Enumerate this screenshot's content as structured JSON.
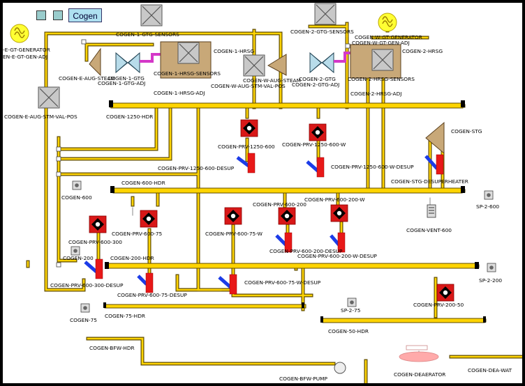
{
  "toolbar": {
    "cogen_label": "Cogen"
  },
  "labels": {
    "gt1_sensors": "COGEN-1-GTG-SENSORS",
    "gt2_sensors": "COGEN-2-GTG-SENSORS",
    "w_gen": "COGEN-W-GT-GENERATOR",
    "w_gen_adj": "COGEN-W-GT-GEN-ADJ",
    "e_gen": "-E-GT-GENERATOR",
    "e_gen_adj": "EN-E-GT-GEN-ADJ",
    "hrsg1": "COGEN-1-HRSG",
    "hrsg2": "COGEN-2-HRSG",
    "e_aug": "COGEN-E-AUG-STEAM",
    "gtg1": "COGEN-1-GTG",
    "gtg1_adj": "COGEN-1-GTG-ADJ",
    "hrsg1_sensors": "COGEN-1-HRSG-SENSORS",
    "w_aug": "COGEN-W-AUG-STEAM",
    "gtg2": "COGEN-2-GTG",
    "gtg2_adj": "COGEN-2-GTG-ADJ",
    "hrsg2_sensors": "COGEN-2-HRSG-SENSORS",
    "hrsg1_adj": "COGEN-1-HRSG-ADJ",
    "w_aug_pos": "COGEN-W-AUG-STM-VAL-POS",
    "hrsg2_adj": "COGEN-2-HRSG-ADJ",
    "e_aug_pos": "COGEN-E-AUG-STM-VAL-POS",
    "hdr1250": "COGEN-1250-HDR",
    "stg": "COGEN-STG",
    "prv1250_600": "COGEN-PRV-1250-600",
    "prv1250_600_w": "COGEN-PRV-1250-600-W",
    "prv1250_600_desup": "COGEN-PRV-1250-600-DESUP",
    "prv1250_600_w_desup": "COGEN-PRV-1250-600-W-DESUP",
    "stg_desup": "COGEN-STG-DESUPERHEATER",
    "hdr600": "COGEN-600-HDR",
    "cogen600": "COGEN-600",
    "sp2_600": "SP-2-600",
    "prv600_200": "COGEN-PRV-600-200",
    "prv600_200_w": "COGEN-PRV-600-200-W",
    "vent600": "COGEN-VENT-600",
    "prv600_75": "COGEN-PRV-600-75",
    "prv600_75_w": "COGEN-PRV-600-75-W",
    "prv600_300": "COGEN-PRV-600-300",
    "prv600_200_desup": "COGEN-PRV-600-200-DESUP",
    "prv600_200_w_desup": "COGEN-PRV-600-200-W-DESUP",
    "cogen200": "COGEN-200",
    "hdr200": "COGEN-200-HDR",
    "sp2_200": "SP-2-200",
    "prv600_300_desup": "COGEN-PRV-600-300-DESUP",
    "prv600_75_w_desup": "COGEN-PRV-600-75-W-DESUP",
    "prv600_75_desup": "COGEN-PRV-600-75-DESUP",
    "prv200_50": "COGEN-PRV-200-50",
    "sp2_75": "SP-2-75",
    "cogen75": "COGEN-75",
    "hdr75": "COGEN-75-HDR",
    "hdr50": "COGEN-50-HDR",
    "bfw_hdr": "COGEN-BFW-HDR",
    "deaerator": "COGEN-DEAERATOR",
    "dea_water": "COGEN-DEA-WAT",
    "bfw_pump": "COGEN-BFW-PUMP"
  }
}
